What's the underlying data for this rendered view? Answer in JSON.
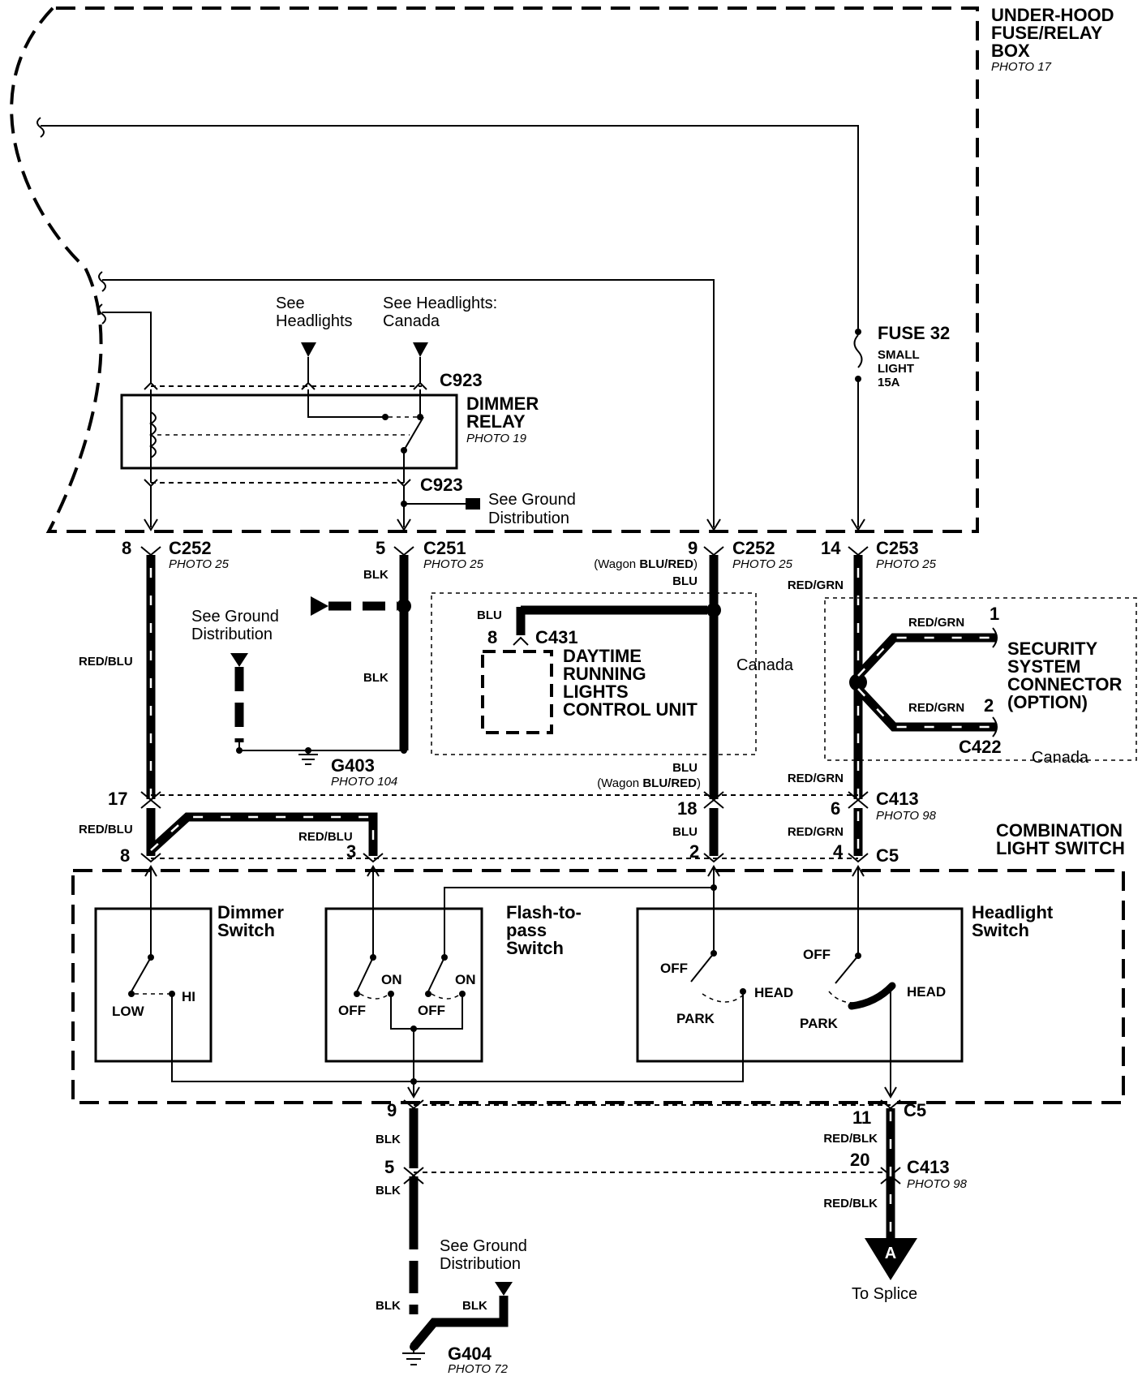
{
  "fuse_box": {
    "title_lines": [
      "UNDER-HOOD",
      "FUSE/RELAY",
      "BOX"
    ],
    "photo": "PHOTO 17"
  },
  "fuse": {
    "name": "FUSE 32",
    "desc_lines": [
      "SMALL",
      "LIGHT",
      "15A"
    ]
  },
  "dimmer_relay": {
    "title_lines": [
      "DIMMER",
      "RELAY"
    ],
    "photo": "PHOTO 19"
  },
  "see_headlights": [
    "See",
    "Headlights"
  ],
  "see_headlights_canada": [
    "See Headlights:",
    "Canada"
  ],
  "see_ground": [
    "See Ground",
    "Distribution"
  ],
  "connectors": {
    "c923_top": "C923",
    "c923_bottom": "C923",
    "c252_left": {
      "pin": "8",
      "name": "C252",
      "photo": "PHOTO 25"
    },
    "c251": {
      "pin": "5",
      "name": "C251",
      "photo": "PHOTO 25"
    },
    "c252_mid": {
      "pin": "9",
      "name": "C252",
      "photo": "PHOTO 25"
    },
    "c253": {
      "pin": "14",
      "name": "C253",
      "photo": "PHOTO 25"
    },
    "c431": {
      "pin": "8",
      "name": "C431"
    },
    "c422": {
      "name": "C422",
      "pin1": "1",
      "pin2": "2"
    },
    "c413_top": {
      "pin_left": "17",
      "pin_mid": "18",
      "pin_right": "6",
      "name": "C413",
      "photo": "PHOTO 98"
    },
    "c5_top": {
      "pin_8": "8",
      "pin_3": "3",
      "pin_2": "2",
      "pin_4": "4",
      "name": "C5"
    },
    "c5_bottom": {
      "pin_9": "9",
      "pin_11": "11",
      "name": "C5"
    },
    "c413_bottom": {
      "pin_5": "5",
      "pin_20": "20",
      "name": "C413",
      "photo": "PHOTO 98"
    }
  },
  "wires": {
    "red_blu": "RED/BLU",
    "blk": "BLK",
    "blu": "BLU",
    "red_grn": "RED/GRN",
    "red_blk": "RED/BLK",
    "wagon_prefix": "(Wagon ",
    "wagon_color": "BLU/RED",
    "wagon_suffix": ")"
  },
  "grounds": {
    "g403": {
      "name": "G403",
      "photo": "PHOTO 104"
    },
    "g404": {
      "name": "G404",
      "photo": "PHOTO 72"
    }
  },
  "drl_unit": {
    "title_lines": [
      "DAYTIME",
      "RUNNING",
      "LIGHTS",
      "CONTROL UNIT"
    ],
    "region": "Canada"
  },
  "security": {
    "title_lines": [
      "SECURITY",
      "SYSTEM",
      "CONNECTOR",
      "(OPTION)"
    ],
    "region": "Canada"
  },
  "combination_switch": {
    "title_lines": [
      "COMBINATION",
      "LIGHT SWITCH"
    ]
  },
  "dimmer_switch": {
    "title_lines": [
      "Dimmer",
      "Switch"
    ],
    "low": "LOW",
    "hi": "HI"
  },
  "flash_switch": {
    "title_lines": [
      "Flash-to-",
      "pass",
      "Switch"
    ],
    "on": "ON",
    "off": "OFF"
  },
  "headlight_switch": {
    "title_lines": [
      "Headlight",
      "Switch"
    ],
    "off": "OFF",
    "head": "HEAD",
    "park": "PARK"
  },
  "splice": {
    "letter": "A",
    "label": "To Splice"
  }
}
